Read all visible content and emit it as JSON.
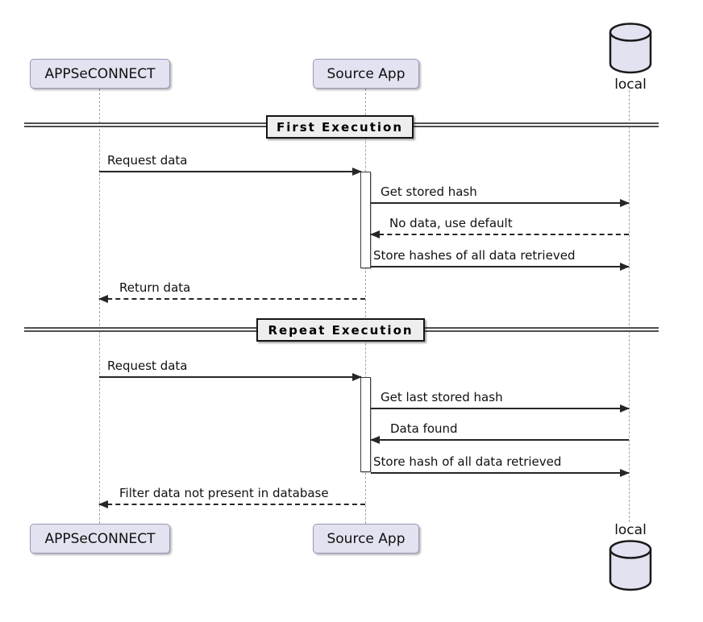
{
  "diagram": {
    "type": "sequence",
    "participants": {
      "left": {
        "label": "APPSeCONNECT",
        "kind": "participant"
      },
      "middle": {
        "label": "Source App",
        "kind": "participant"
      },
      "right": {
        "label": "local",
        "kind": "database"
      }
    },
    "dividers": [
      {
        "label": "First Execution"
      },
      {
        "label": "Repeat Execution"
      }
    ],
    "messages": [
      {
        "label": "Request data",
        "from": "APPSeCONNECT",
        "to": "Source App",
        "style": "solid"
      },
      {
        "label": "Get stored hash",
        "from": "Source App",
        "to": "local",
        "style": "solid"
      },
      {
        "label": "No data, use default",
        "from": "local",
        "to": "Source App",
        "style": "dashed"
      },
      {
        "label": "Store hashes of all data retrieved",
        "from": "Source App",
        "to": "local",
        "style": "solid"
      },
      {
        "label": "Return data",
        "from": "Source App",
        "to": "APPSeCONNECT",
        "style": "dashed"
      },
      {
        "label": "Request data",
        "from": "APPSeCONNECT",
        "to": "Source App",
        "style": "solid"
      },
      {
        "label": "Get last stored hash",
        "from": "Source App",
        "to": "local",
        "style": "solid"
      },
      {
        "label": "Data found",
        "from": "local",
        "to": "Source App",
        "style": "solid"
      },
      {
        "label": "Store hash of all data retrieved",
        "from": "Source App",
        "to": "local",
        "style": "solid"
      },
      {
        "label": "Filter data not present in database",
        "from": "Source App",
        "to": "APPSeCONNECT",
        "style": "dashed"
      }
    ],
    "colors": {
      "participant_fill": "#E2E2F0",
      "participant_border": "#9697B8",
      "divider_fill": "#EEEEEE",
      "divider_border": "#141414",
      "message_line": "#262626",
      "lifeline": "#A5A5A5",
      "background": "#FFFFFF"
    }
  }
}
